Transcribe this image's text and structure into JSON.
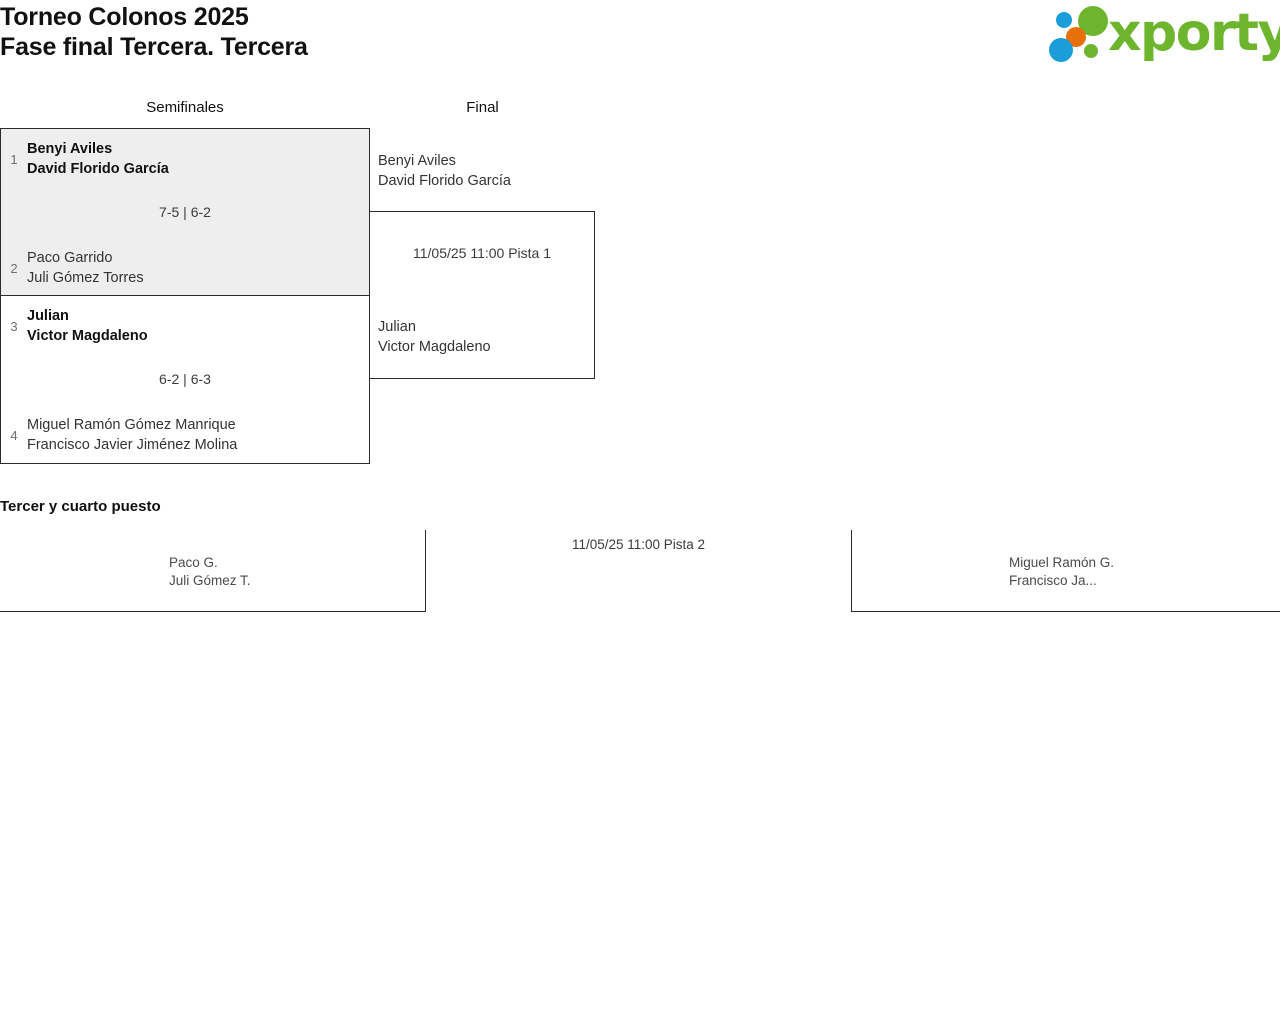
{
  "header": {
    "tournament_name": "Torneo Colonos 2025",
    "phase_name": "Fase final Tercera. Tercera",
    "logo_text": "xporty"
  },
  "bracket": {
    "round_headers": [
      "Semifinales",
      "Final"
    ],
    "semifinals": [
      {
        "top": {
          "seed": "1",
          "player1": "Benyi Aviles",
          "player2": "David Florido García",
          "winner": true
        },
        "bottom": {
          "seed": "2",
          "player1": "Paco Garrido",
          "player2": "Juli Gómez Torres",
          "winner": false
        },
        "score": "7-5 | 6-2"
      },
      {
        "top": {
          "seed": "3",
          "player1": "Julian",
          "player2": "Victor Magdaleno",
          "winner": true
        },
        "bottom": {
          "seed": "4",
          "player1": "Miguel Ramón Gómez Manrique",
          "player2": "Francisco Javier Jiménez Molina",
          "winner": false
        },
        "score": "6-2 | 6-3"
      }
    ],
    "final": {
      "top": {
        "player1": "Benyi Aviles",
        "player2": "David Florido García"
      },
      "bottom": {
        "player1": "Julian",
        "player2": "Victor Magdaleno"
      },
      "match_info": "11/05/25 11:00 Pista 1"
    }
  },
  "third_place": {
    "heading": "Tercer y cuarto puesto",
    "left": {
      "player1": "Paco G.",
      "player2": "Juli Gómez T."
    },
    "right": {
      "player1": "Miguel Ramón G.",
      "player2": "Francisco Ja..."
    },
    "match_info": "11/05/25 11:00 Pista 2"
  },
  "colors": {
    "logo_green": "#6cb52d",
    "logo_blue": "#1b9dd9",
    "logo_orange": "#e8700a",
    "highlight_background": "#eeeeee"
  }
}
